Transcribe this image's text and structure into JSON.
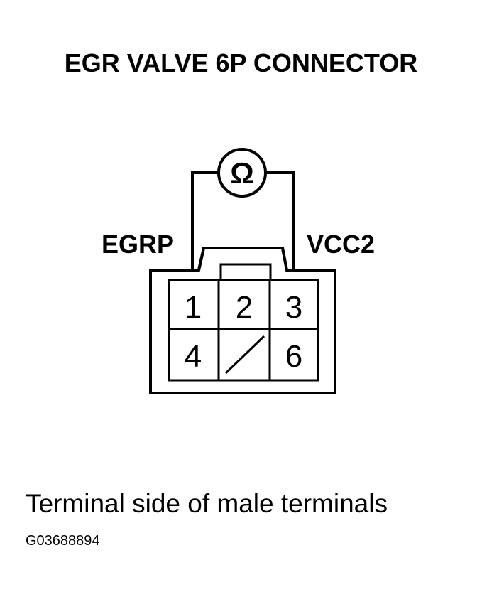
{
  "title": "EGR VALVE 6P CONNECTOR",
  "meter_symbol": "Ω",
  "pin_labels": {
    "left": "EGRP",
    "right": "VCC2"
  },
  "terminals": [
    "1",
    "2",
    "3",
    "4",
    "6"
  ],
  "caption": "Terminal side of male terminals",
  "figure_code": "G03688894"
}
